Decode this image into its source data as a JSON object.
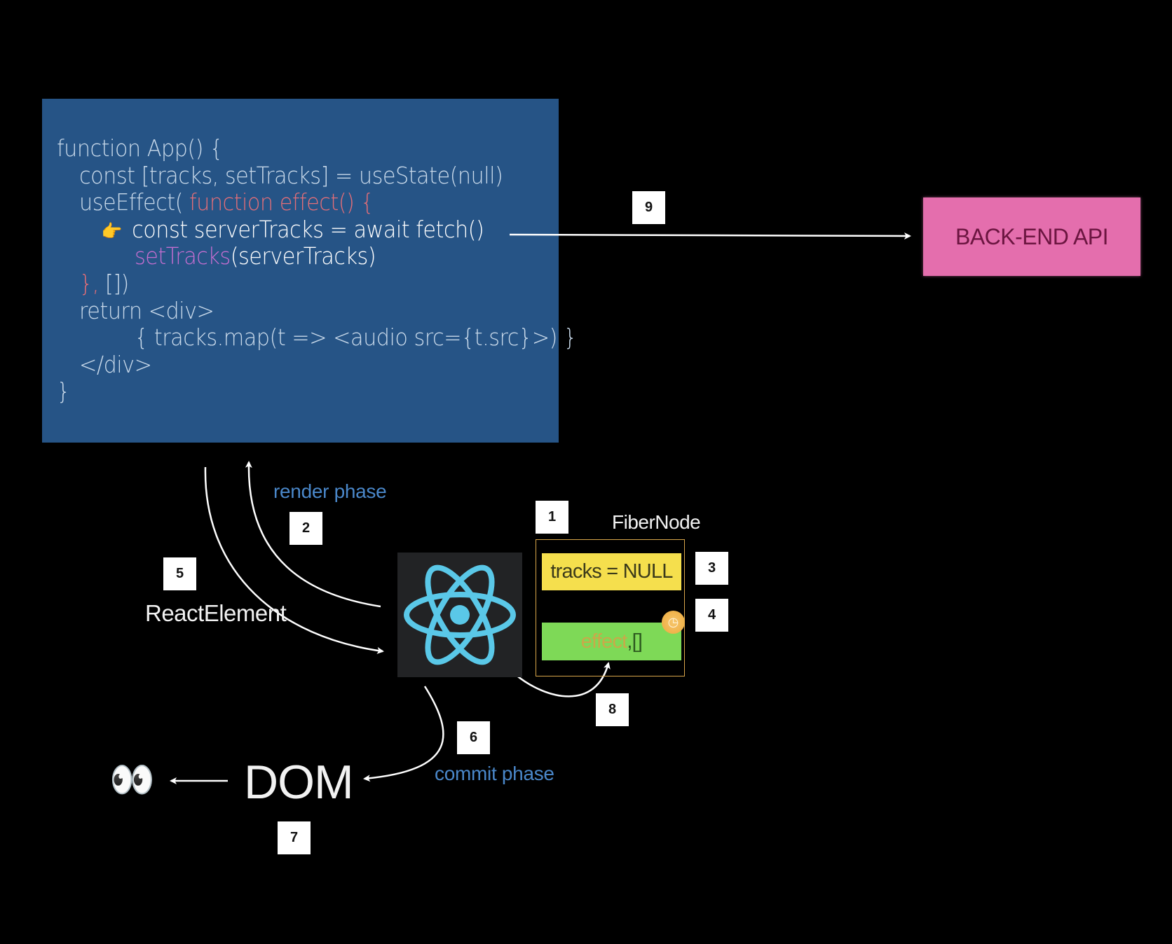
{
  "code": {
    "lines": [
      {
        "indent": 0,
        "parts": [
          {
            "text": "function App() {",
            "color": "default"
          }
        ]
      },
      {
        "indent": 1,
        "parts": [
          {
            "text": "const [tracks, setTracks] = useState(null)",
            "color": "default"
          }
        ]
      },
      {
        "indent": 1,
        "parts": [
          {
            "text": "useEffect( ",
            "color": "default"
          },
          {
            "text": "function effect() {",
            "color": "red"
          }
        ]
      },
      {
        "indent": 2,
        "highlight": true,
        "pointer": "pointing-hand",
        "parts": [
          {
            "text": "const serverTracks = await fetch()",
            "color": "white"
          }
        ]
      },
      {
        "indent": 2,
        "parts": [
          {
            "text": "setTracks",
            "color": "pink"
          },
          {
            "text": "(serverTracks)",
            "color": "white"
          }
        ]
      },
      {
        "indent": 1,
        "parts": [
          {
            "text": "}, ",
            "color": "red"
          },
          {
            "text": "[])",
            "color": "default"
          }
        ]
      },
      {
        "indent": 1,
        "parts": [
          {
            "text": "return <div>",
            "color": "default"
          }
        ]
      },
      {
        "indent": 2,
        "parts": [
          {
            "text": "{ tracks.map(t => <audio src={t.src}>) }",
            "color": "default"
          }
        ]
      },
      {
        "indent": 1,
        "parts": [
          {
            "text": "</div>",
            "color": "default"
          }
        ]
      },
      {
        "indent": 0,
        "parts": [
          {
            "text": "}",
            "color": "default"
          }
        ]
      }
    ],
    "pointer_glyph": "👈"
  },
  "api_box": {
    "label": "BACK-END API"
  },
  "labels": {
    "render_phase": "render phase",
    "commit_phase": "commit phase",
    "react_element": "ReactElement",
    "fiber_node": "FiberNode",
    "dom": "DOM"
  },
  "fiber": {
    "state_slot": "tracks = NULL",
    "effect_slot_fn": "effect",
    "effect_slot_sep": ", ",
    "effect_slot_deps": "[]",
    "clock_icon": "◷"
  },
  "eyes_glyph": "👀",
  "steps": [
    "1",
    "2",
    "3",
    "4",
    "5",
    "6",
    "7",
    "8",
    "9"
  ],
  "colors": {
    "code_bg": "#265486",
    "api_bg": "#e46ead",
    "react_cyan": "#5ac8e8",
    "state_yellow": "#f5df4d",
    "effect_green": "#7ed957",
    "phase_blue": "#4a87c9"
  }
}
